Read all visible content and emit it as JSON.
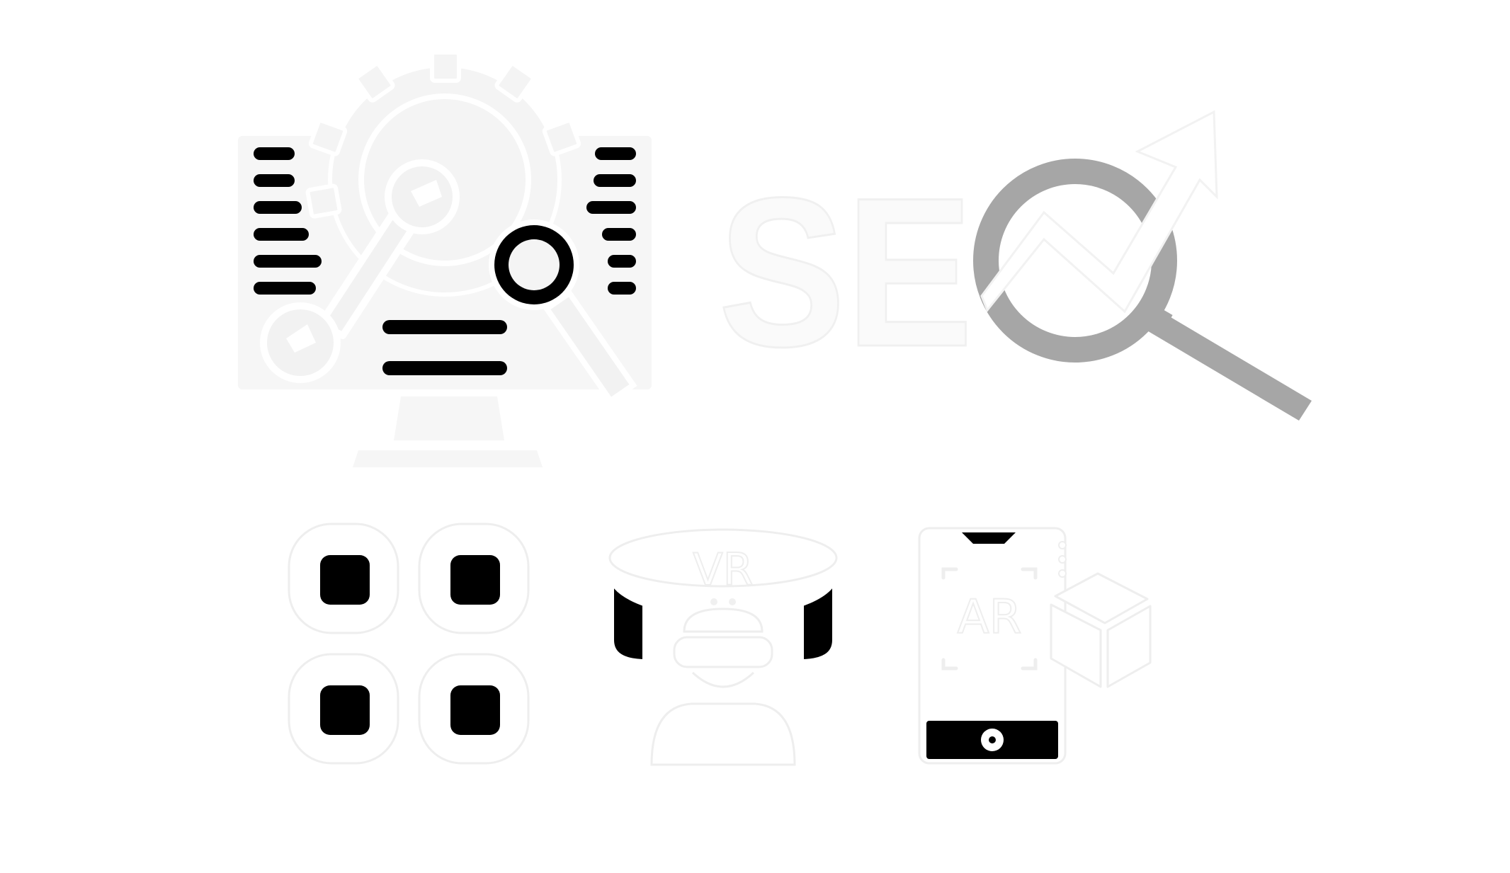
{
  "icons": {
    "web_dev": {
      "name": "web-development-icon"
    },
    "seo": {
      "name": "seo-icon",
      "word": "SEO"
    },
    "apps": {
      "name": "app-grid-icon"
    },
    "vr": {
      "name": "vr-headset-icon",
      "label": "VR"
    },
    "ar": {
      "name": "ar-phone-icon",
      "label": "AR"
    }
  },
  "colors": {
    "background": "#ffffff",
    "light_gray": "#f7f7f7",
    "mid_gray": "#a6a6a6",
    "black": "#000000",
    "white_fill": "#ffffff",
    "outline": "#ececec"
  }
}
